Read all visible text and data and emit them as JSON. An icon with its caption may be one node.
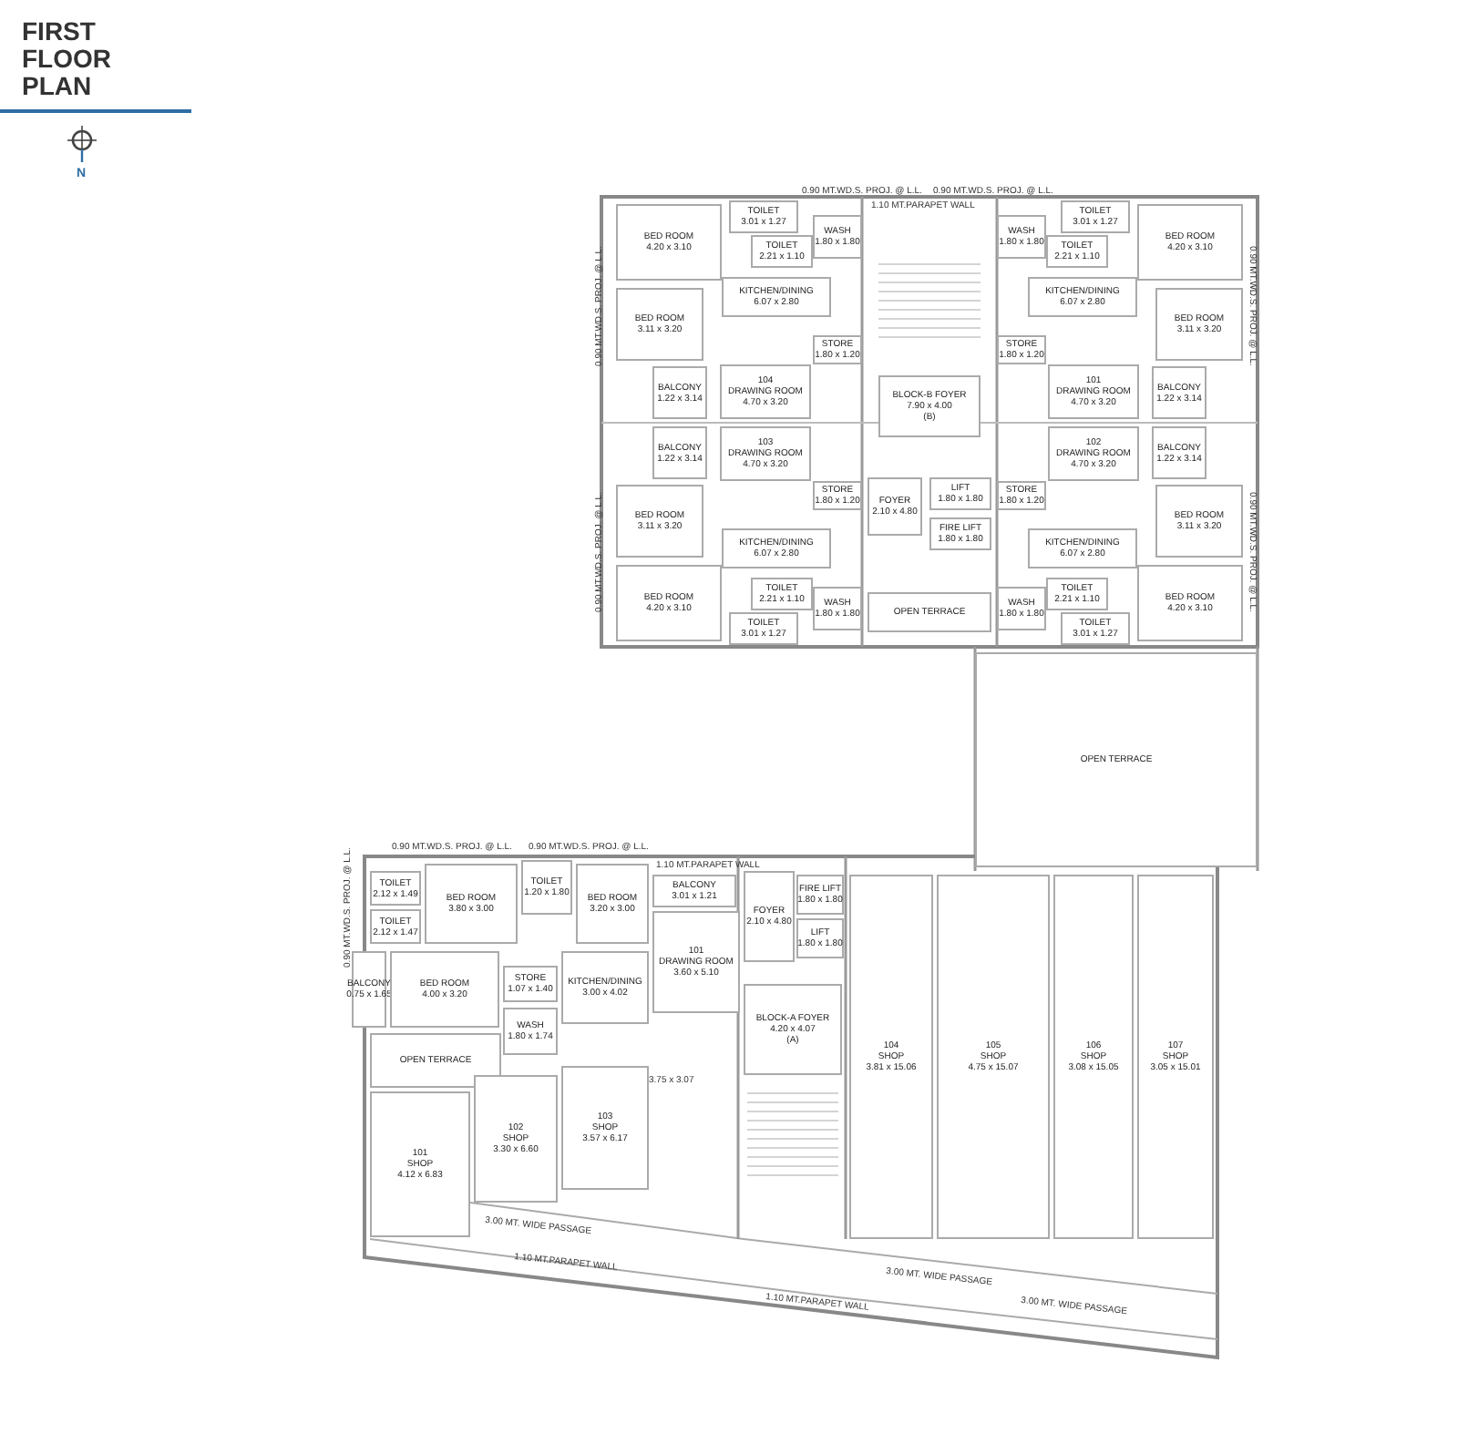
{
  "diagram": {
    "title": "FIRST FLOOR PLAN",
    "nodes": [
      {
        "text": [
          "BED ROOM",
          "4.20 x 3.10"
        ]
      },
      {
        "text": [
          "TOILET",
          "3.01 x 1.27"
        ]
      },
      {
        "text": [
          "TOILET",
          "2.21 x 1.10"
        ]
      },
      {
        "text": [
          "WASH",
          "1.80 x 1.80"
        ]
      },
      {
        "text": [
          "TOILET",
          "3.01 x 1.27"
        ]
      },
      {
        "text": [
          "WASH",
          "1.80 x 1.80"
        ]
      },
      {
        "text": [
          "TOILET",
          "2.21 x 1.10"
        ]
      },
      {
        "text": [
          "BED ROOM",
          "4.20 x 3.10"
        ]
      },
      {
        "text": [
          "BED ROOM",
          "3.11 x 3.20"
        ]
      },
      {
        "text": [
          "KITCHEN/DINING",
          "6.07 x 2.80"
        ]
      },
      {
        "text": [
          "KITCHEN/DINING",
          "6.07 x 2.80"
        ]
      },
      {
        "text": [
          "BED ROOM",
          "3.11 x 3.20"
        ]
      },
      {
        "text": [
          "STORE",
          "1.80 x 1.20"
        ]
      },
      {
        "text": [
          "STORE",
          "1.80 x 1.20"
        ]
      },
      {
        "text": [
          "BALCONY",
          "1.22 x 3.14"
        ]
      },
      {
        "text": [
          "104",
          "DRAWING ROOM",
          "4.70 x 3.20"
        ]
      },
      {
        "text": [
          "101",
          "DRAWING ROOM",
          "4.70 x 3.20"
        ]
      },
      {
        "text": [
          "BALCONY",
          "1.22 x 3.14"
        ]
      },
      {
        "text": [
          "BLOCK-B FOYER",
          "7.90 x 4.00",
          "(B)"
        ]
      },
      {
        "text": [
          "BALCONY",
          "1.22 x 3.14"
        ]
      },
      {
        "text": [
          "103",
          "DRAWING ROOM",
          "4.70 x 3.20"
        ]
      },
      {
        "text": [
          "102",
          "DRAWING ROOM",
          "4.70 x 3.20"
        ]
      },
      {
        "text": [
          "BALCONY",
          "1.22 x 3.14"
        ]
      },
      {
        "text": [
          "STORE",
          "1.80 x 1.20"
        ]
      },
      {
        "text": [
          "FOYER",
          "2.10 x 4.80"
        ]
      },
      {
        "text": [
          "LIFT",
          "1.80 x 1.80"
        ]
      },
      {
        "text": [
          "FIRE LIFT",
          "1.80 x 1.80"
        ]
      },
      {
        "text": [
          "STORE",
          "1.80 x 1.20"
        ]
      },
      {
        "text": [
          "BED ROOM",
          "3.11 x 3.20"
        ]
      },
      {
        "text": [
          "KITCHEN/DINING",
          "6.07 x 2.80"
        ]
      },
      {
        "text": [
          "KITCHEN/DINING",
          "6.07 x 2.80"
        ]
      },
      {
        "text": [
          "BED ROOM",
          "3.11 x 3.20"
        ]
      },
      {
        "text": [
          "BED ROOM",
          "4.20 x 3.10"
        ]
      },
      {
        "text": [
          "TOILET",
          "2.21 x 1.10"
        ]
      },
      {
        "text": [
          "WASH",
          "1.80 x 1.80"
        ]
      },
      {
        "text": [
          "OPEN TERRACE"
        ]
      },
      {
        "text": [
          "WASH",
          "1.80 x 1.80"
        ]
      },
      {
        "text": [
          "TOILET",
          "2.21 x 1.10"
        ]
      },
      {
        "text": [
          "BED ROOM",
          "4.20 x 3.10"
        ]
      },
      {
        "text": [
          "TOILET",
          "3.01 x 1.27"
        ]
      },
      {
        "text": [
          "TOILET",
          "3.01 x 1.27"
        ]
      },
      {
        "text": [
          "OPEN TERRACE"
        ]
      },
      {
        "text": [
          "TOILET",
          "2.12 x 1.49"
        ]
      },
      {
        "text": [
          "BED ROOM",
          "3.80 x 3.00"
        ]
      },
      {
        "text": [
          "TOILET",
          "1.20 x 1.80"
        ]
      },
      {
        "text": [
          "BED ROOM",
          "3.20 x 3.00"
        ]
      },
      {
        "text": [
          "BALCONY",
          "3.01 x 1.21"
        ]
      },
      {
        "text": [
          "FOYER",
          "2.10 x 4.80"
        ]
      },
      {
        "text": [
          "FIRE LIFT",
          "1.80 x 1.80"
        ]
      },
      {
        "text": [
          "LIFT",
          "1.80 x 1.80"
        ]
      },
      {
        "text": [
          "104",
          "SHOP",
          "3.81 x 15.06"
        ]
      },
      {
        "text": [
          "105",
          "SHOP",
          "4.75 x 15.07"
        ]
      },
      {
        "text": [
          "106",
          "SHOP",
          "3.08 x 15.05"
        ]
      },
      {
        "text": [
          "107",
          "SHOP",
          "3.05 x 15.01"
        ]
      },
      {
        "text": [
          "TOILET",
          "2.12 x 1.47"
        ]
      },
      {
        "text": [
          "101",
          "DRAWING ROOM",
          "3.60 x 5.10"
        ]
      },
      {
        "text": [
          "BALCONY",
          "0.75 x 1.65"
        ]
      },
      {
        "text": [
          "BED ROOM",
          "4.00 x 3.20"
        ]
      },
      {
        "text": [
          "STORE",
          "1.07 x 1.40"
        ]
      },
      {
        "text": [
          "KITCHEN/DINING",
          "3.00 x 4.02"
        ]
      },
      {
        "text": [
          "WASH",
          "1.80 x 1.74"
        ]
      },
      {
        "text": [
          "BLOCK-A FOYER",
          "4.20 x 4.07",
          "(A)"
        ]
      },
      {
        "text": [
          "OPEN TERRACE"
        ]
      },
      {
        "text": [
          "101",
          "SHOP",
          "4.12 x 6.83"
        ]
      },
      {
        "text": [
          "102",
          "SHOP",
          "3.30 x 6.60"
        ]
      },
      {
        "text": [
          "103",
          "SHOP",
          "3.57 x 6.17"
        ]
      }
    ],
    "labels": [
      "N",
      "0.90 MT.WD.S. PROJ. @ L.L.",
      "0.90 MT.WD.S. PROJ. @ L.L.",
      "1.10 MT.PARAPET WALL",
      "0.90 MT.WD.S. PROJ. @ L.L.",
      "0.90 MT.WD.S. PROJ. @ L.L.",
      "0.90 MT.WD.S. PROJ. @ L.L.",
      "0.90 MT.WD.S. PROJ. @ L.L.",
      "0.90 MT.WD.S. PROJ. @ L.L.",
      "0.90 MT.WD.S. PROJ. @ L.L.",
      "0.90 MT.WD.S. PROJ. @ L.L.",
      "1.10 MT.PARAPET WALL",
      "3.75 x 3.07",
      "3.00 MT. WIDE PASSAGE",
      "1.10 MT.PARAPET WALL",
      "3.00 MT. WIDE PASSAGE",
      "1.10 MT.PARAPET WALL",
      "3.00 MT. WIDE PASSAGE"
    ]
  }
}
